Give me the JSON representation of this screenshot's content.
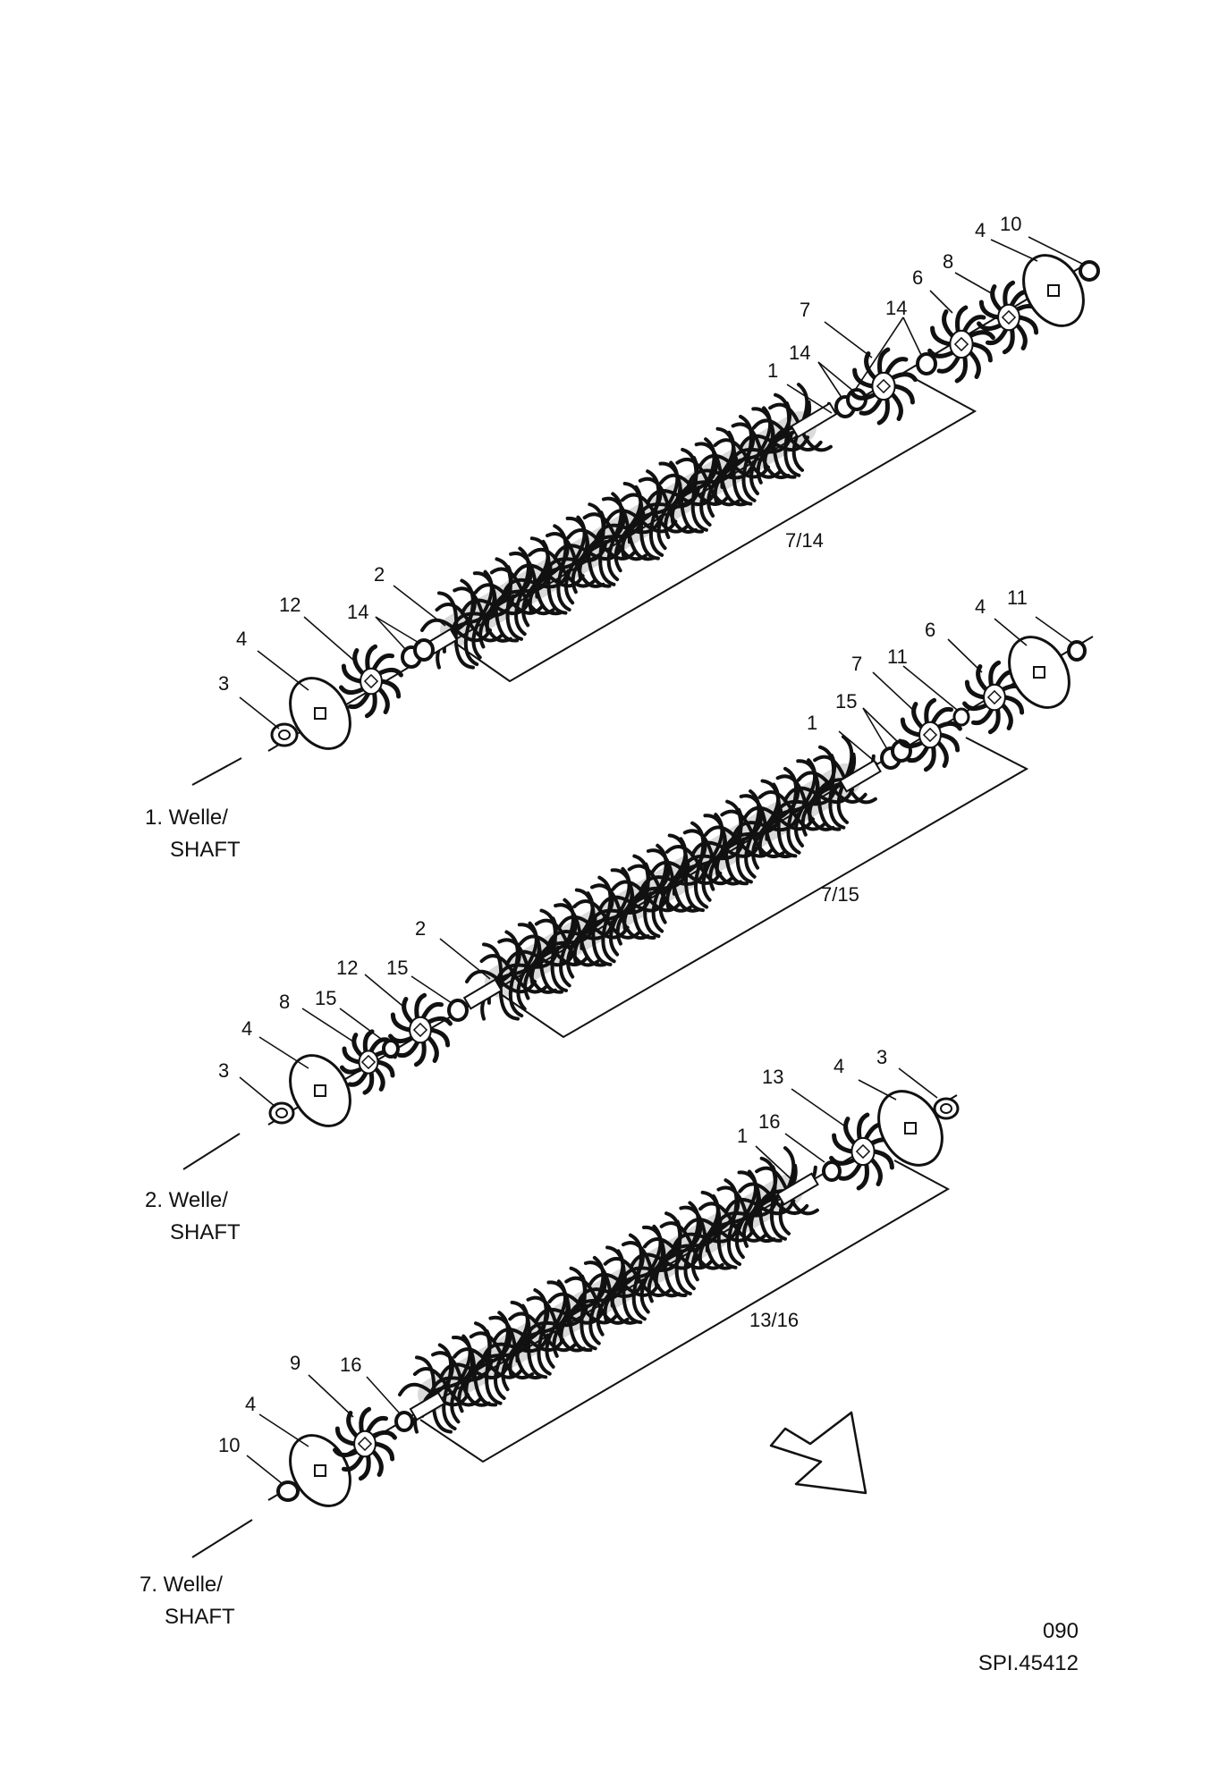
{
  "shafts": [
    {
      "id": "shaft-1",
      "caption_line1": "1. Welle/",
      "caption_line2": "SHAFT",
      "bracket_label": "7/14",
      "left_parts": [
        {
          "kind": "washer",
          "callout": "3"
        },
        {
          "kind": "disc",
          "callout": "4"
        },
        {
          "kind": "star",
          "callout": "12"
        },
        {
          "kind": "ring-pair",
          "callout": "14"
        }
      ],
      "roller_callout": "2",
      "right_parts": [
        {
          "kind": "shaft-end",
          "callout": "1"
        },
        {
          "kind": "ring-pair",
          "callout": "14"
        },
        {
          "kind": "star",
          "callout": "7"
        },
        {
          "kind": "ring",
          "callout": "14"
        },
        {
          "kind": "star",
          "callout": "6"
        },
        {
          "kind": "star",
          "callout": "8"
        },
        {
          "kind": "disc",
          "callout": "4"
        },
        {
          "kind": "washer",
          "callout": "10"
        }
      ]
    },
    {
      "id": "shaft-2",
      "caption_line1": "2. Welle/",
      "caption_line2": "SHAFT",
      "bracket_label": "7/15",
      "left_parts": [
        {
          "kind": "washer",
          "callout": "3"
        },
        {
          "kind": "disc",
          "callout": "4"
        },
        {
          "kind": "star",
          "callout": "8"
        },
        {
          "kind": "ring",
          "callout": "15"
        },
        {
          "kind": "star",
          "callout": "12"
        },
        {
          "kind": "ring",
          "callout": "15"
        }
      ],
      "roller_callout": "2",
      "right_parts": [
        {
          "kind": "shaft-end",
          "callout": "1"
        },
        {
          "kind": "ring-pair",
          "callout": "15"
        },
        {
          "kind": "star",
          "callout": "7"
        },
        {
          "kind": "ring",
          "callout": "11"
        },
        {
          "kind": "star",
          "callout": "6"
        },
        {
          "kind": "disc",
          "callout": "4"
        },
        {
          "kind": "washer",
          "callout": "11"
        }
      ]
    },
    {
      "id": "shaft-7",
      "caption_line1": "7. Welle/",
      "caption_line2": "SHAFT",
      "bracket_label": "13/16",
      "left_parts": [
        {
          "kind": "washer",
          "callout": "10"
        },
        {
          "kind": "disc",
          "callout": "4"
        },
        {
          "kind": "star",
          "callout": "9"
        },
        {
          "kind": "ring",
          "callout": "16"
        }
      ],
      "roller_callout": "",
      "right_parts": [
        {
          "kind": "shaft-end",
          "callout": "1"
        },
        {
          "kind": "ring",
          "callout": "16"
        },
        {
          "kind": "star",
          "callout": "13"
        },
        {
          "kind": "disc",
          "callout": "4"
        },
        {
          "kind": "washer",
          "callout": "3"
        }
      ]
    }
  ],
  "direction_arrow": "arrow-right-down-icon",
  "footer": {
    "code": "090",
    "ref": "SPI.45412"
  },
  "colors": {
    "ink": "#111111",
    "paper": "#ffffff"
  }
}
